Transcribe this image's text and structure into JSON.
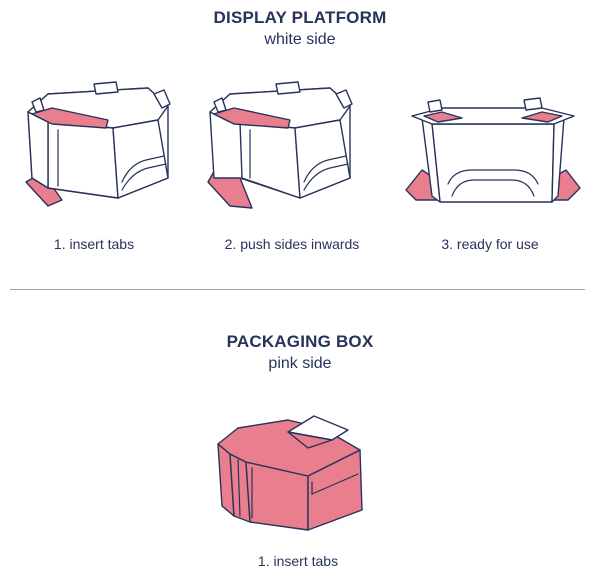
{
  "display_platform": {
    "title": "DISPLAY PLATFORM",
    "subtitle": "white side",
    "steps": [
      {
        "label": "1. insert tabs"
      },
      {
        "label": "2. push sides inwards"
      },
      {
        "label": "3. ready for use"
      }
    ]
  },
  "packaging_box": {
    "title": "PACKAGING BOX",
    "subtitle": "pink side",
    "steps": [
      {
        "label": "1. insert tabs"
      }
    ]
  },
  "colors": {
    "text": "#27335a",
    "pink": "#e97f8e",
    "divider": "#9aa3b5"
  }
}
